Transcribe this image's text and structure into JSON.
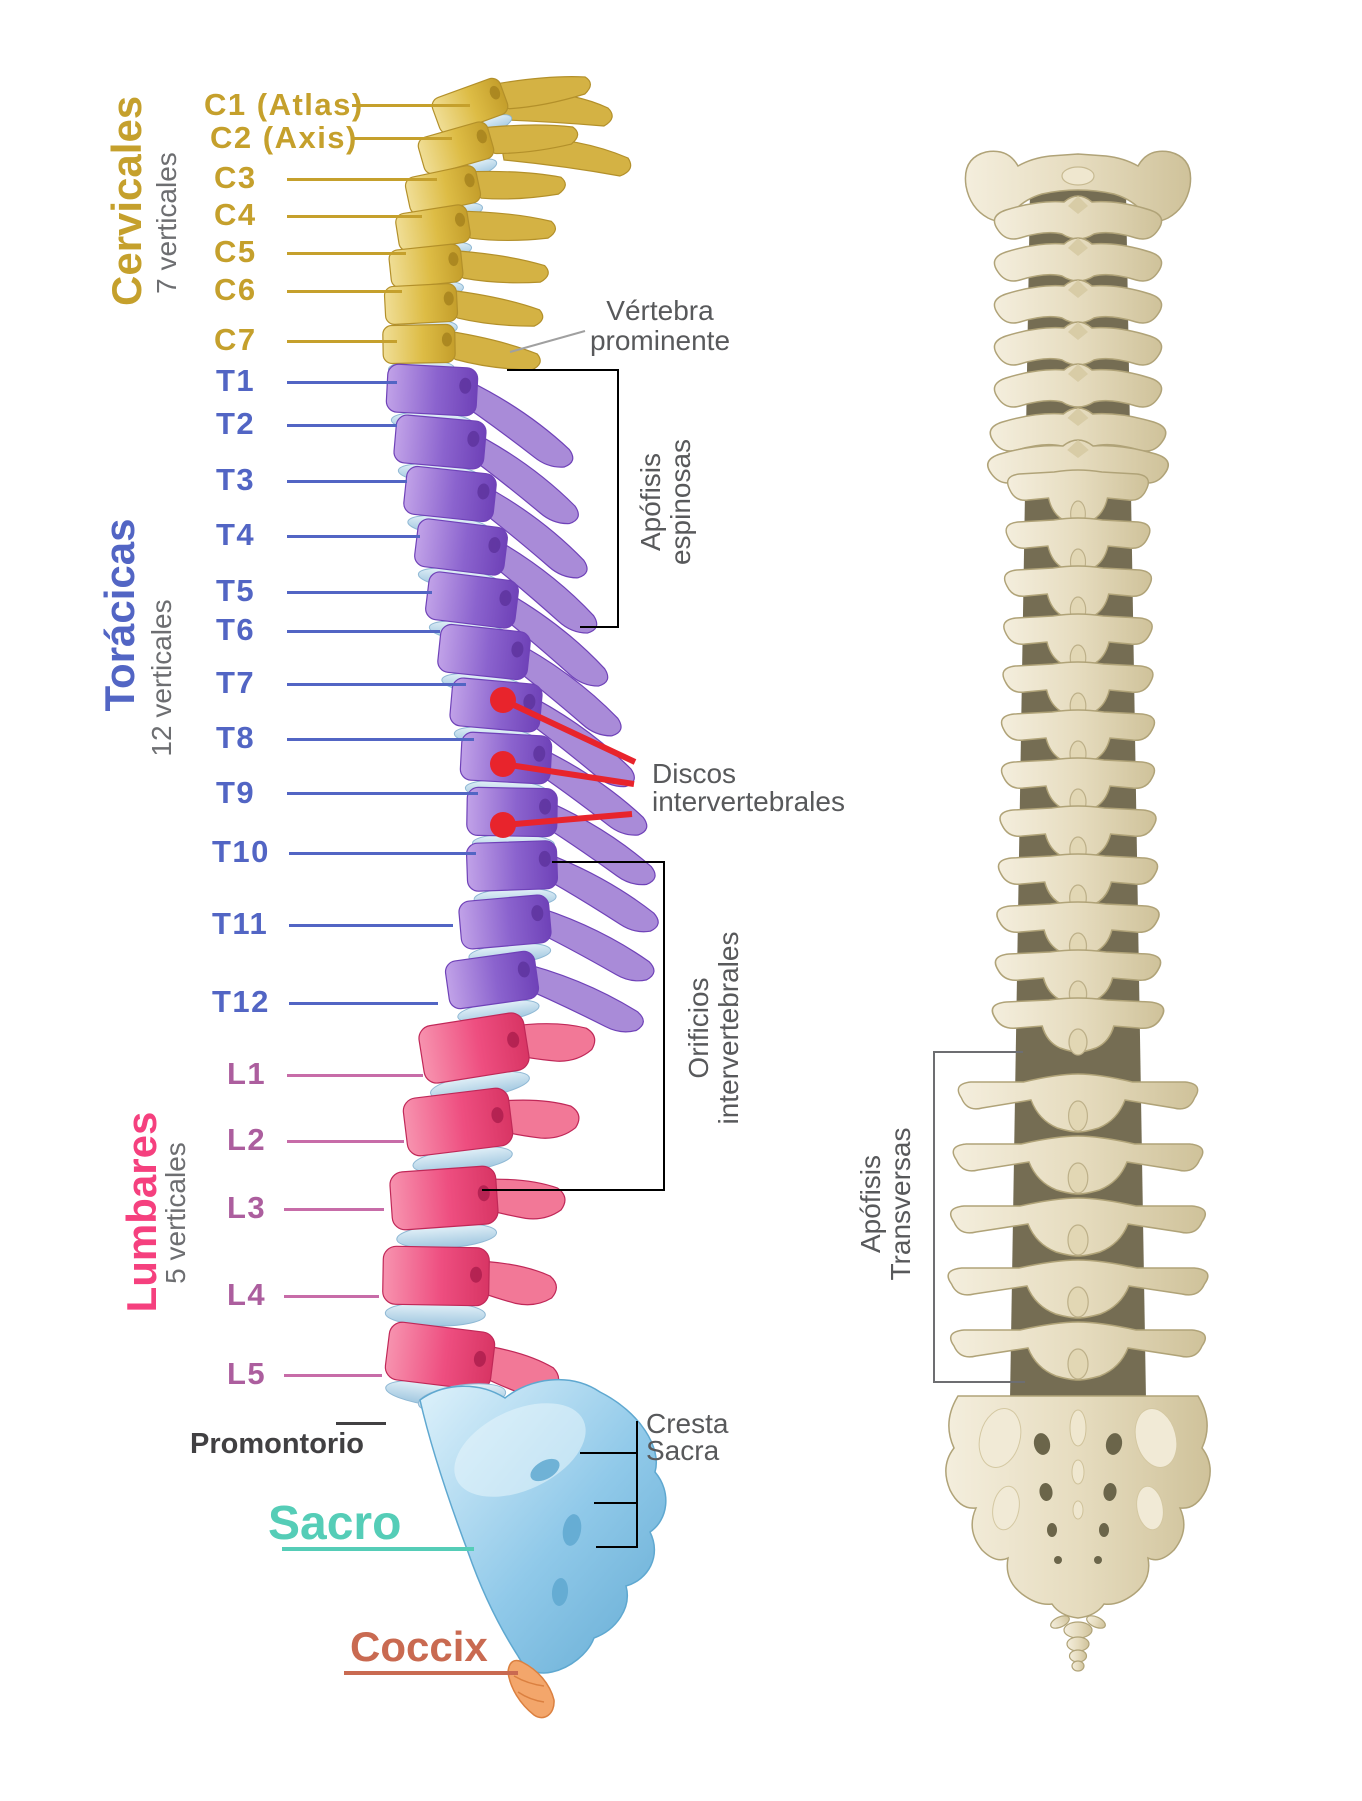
{
  "sections": {
    "cervicales": {
      "title": "Cervicales",
      "subtitle": "7 verticales",
      "color": "#C5A02C",
      "labels": [
        "C1 (Atlas)",
        "C2 (Axis)",
        "C3",
        "C4",
        "C5",
        "C6",
        "C7"
      ]
    },
    "toracicas": {
      "title": "Torácicas",
      "subtitle": "12 verticales",
      "color": "#5265C4",
      "labels": [
        "T1",
        "T2",
        "T3",
        "T4",
        "T5",
        "T6",
        "T7",
        "T8",
        "T9",
        "T10",
        "T11",
        "T12"
      ]
    },
    "lumbares": {
      "title": "Lumbares",
      "subtitle": "5 verticales",
      "color": "#F5407E",
      "label_color": "#AC5E9E",
      "labels": [
        "L1",
        "L2",
        "L3",
        "L4",
        "L5"
      ]
    },
    "sacro": {
      "title": "Sacro",
      "color": "#55CDB7"
    },
    "coccix": {
      "title": "Coccix",
      "color": "#C96A51"
    }
  },
  "annotations": {
    "vertebra_prominente": {
      "line1": "Vértebra",
      "line2": "prominente"
    },
    "apofisis_espinosas": {
      "line1": "Apófisis",
      "line2": "espinosas"
    },
    "discos_intervertebrales": {
      "line1": "Discos",
      "line2": "intervertebrales"
    },
    "orificios_intervertebrales": {
      "line1": "Orificios",
      "line2": "intervertebrales"
    },
    "promontorio": {
      "label": "Promontorio"
    },
    "cresta_sacra": {
      "line1": "Cresta",
      "line2": "Sacra"
    },
    "apofisis_transversas": {
      "line1": "Apófisis",
      "line2": "Transversas"
    }
  },
  "colors": {
    "cervical_bone": "#DDBC45",
    "thoracic_bone": "#8B63CE",
    "lumbar_bone": "#EE4E80",
    "sacrum_bone": "#8FC8E9",
    "coccyx_bone": "#F3A66B",
    "disc": "#BFD9E6",
    "posterior_bone": "#E6DCBF",
    "marker_red": "#E8242C",
    "annotation_gray": "#58595B"
  }
}
